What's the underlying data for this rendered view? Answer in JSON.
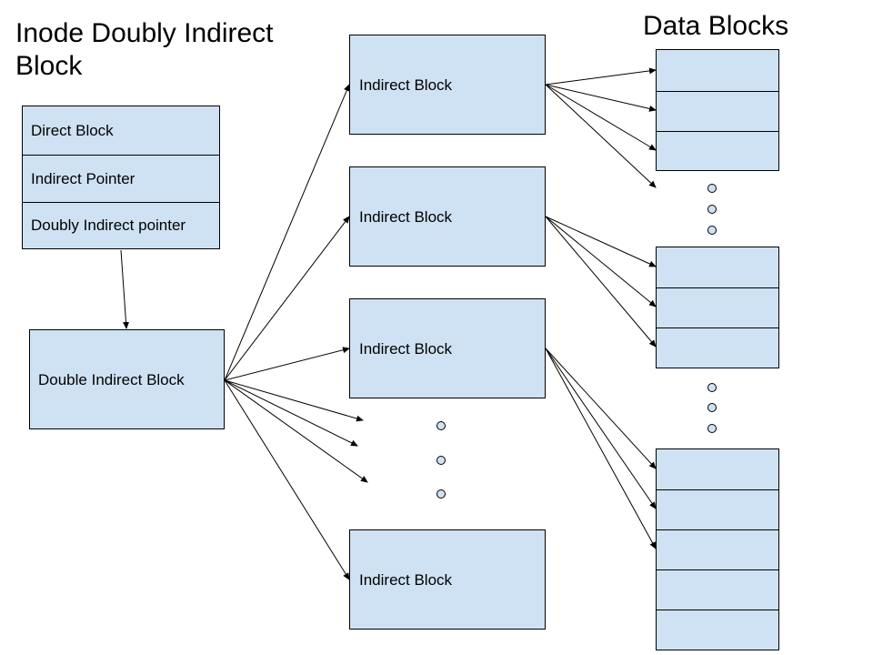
{
  "title": "Inode Doubly Indirect Block",
  "data_blocks_heading": "Data Blocks",
  "inode": {
    "rows": [
      "Direct Block",
      "Indirect Pointer",
      "Doubly Indirect pointer"
    ]
  },
  "double_indirect_block": {
    "label": "Double Indirect Block"
  },
  "indirect_blocks": [
    {
      "label": "Indirect Block"
    },
    {
      "label": "Indirect Block"
    },
    {
      "label": "Indirect Block"
    },
    {
      "label": "Indirect Block"
    }
  ],
  "colors": {
    "box_fill": "#cfe2f3",
    "stroke": "#000000",
    "background": "#ffffff"
  }
}
